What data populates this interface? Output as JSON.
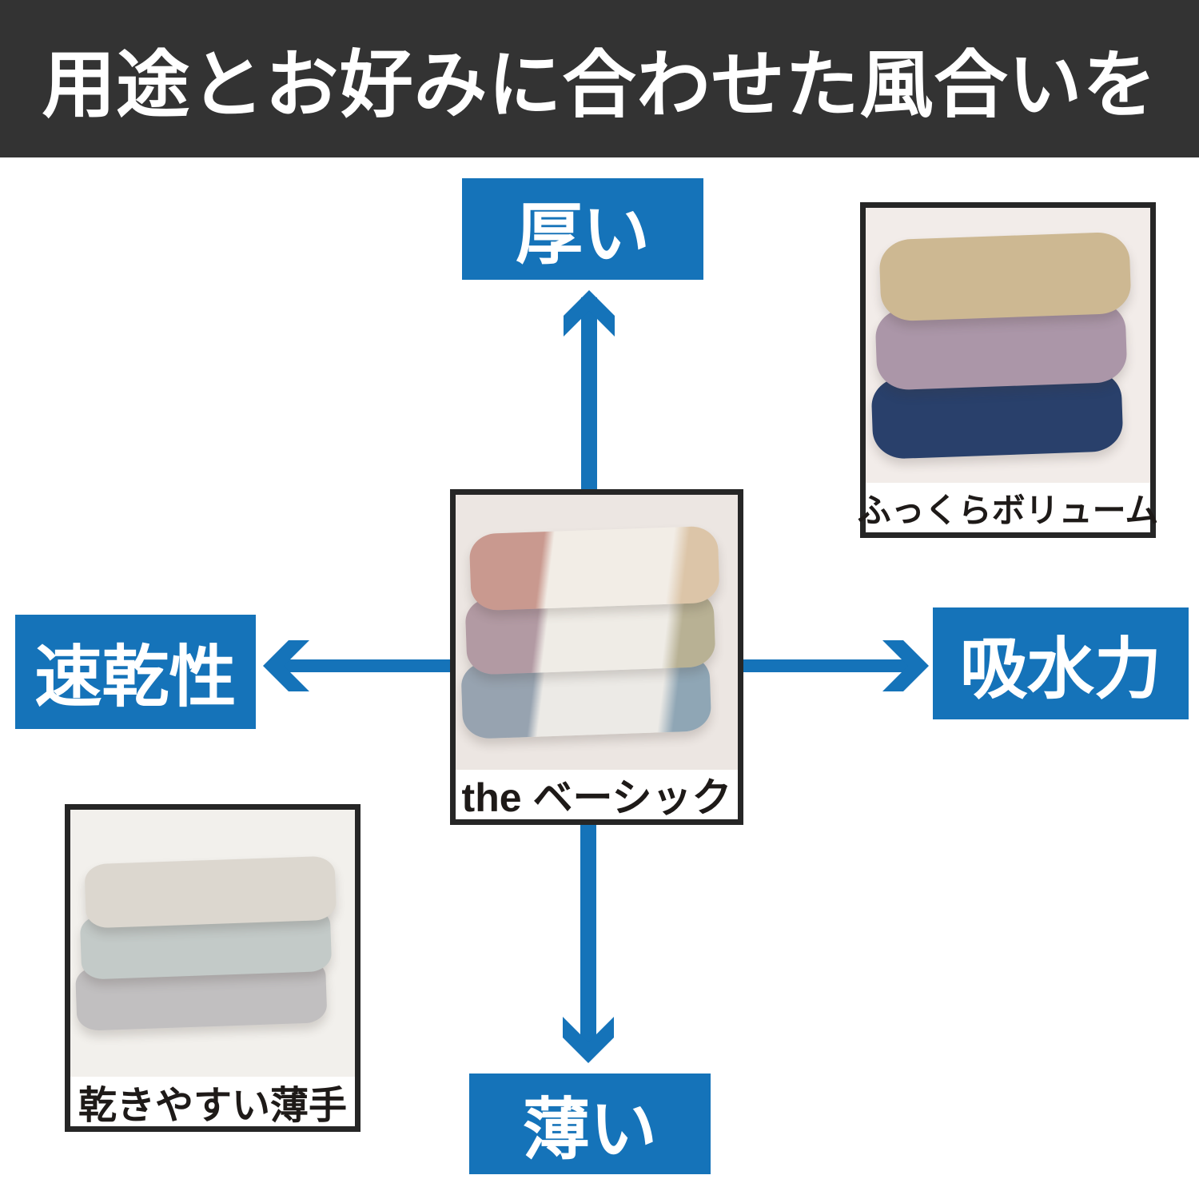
{
  "header": {
    "title": "用途とお好みに合わせた風合いを"
  },
  "colors": {
    "canvas_bg": "#ffffff",
    "header_bg": "#333333",
    "header_text": "#ffffff",
    "accent_blue": "#1573b9",
    "card_border": "#262626",
    "caption_text": "#1e1a18"
  },
  "axis_labels": {
    "top": "厚い",
    "bottom": "薄い",
    "left": "速乾性",
    "right": "吸水力"
  },
  "products": {
    "center": {
      "caption": "the ベーシック",
      "photo_bg": "#ece6e2",
      "towels": [
        {
          "color": "#c9998f",
          "body": "#f2ede6",
          "edge": "#dcc5a8"
        },
        {
          "color": "#b29aa3",
          "body": "#efece6",
          "edge": "#b8b194"
        },
        {
          "color": "#97a3b0",
          "body": "#eceae6",
          "edge": "#8fa6b5"
        }
      ]
    },
    "top_right": {
      "caption": "ふっくらボリューム",
      "photo_bg": "#f2ece9",
      "towels": [
        {
          "color": "#cdb892"
        },
        {
          "color": "#ab96a8"
        },
        {
          "color": "#29406b"
        }
      ]
    },
    "bottom_left": {
      "caption": "乾きやすい薄手",
      "photo_bg": "#f2f0ec",
      "towels": [
        {
          "color": "#dcd7cf"
        },
        {
          "color": "#c3cac8"
        },
        {
          "color": "#c1bfc0"
        }
      ]
    }
  }
}
